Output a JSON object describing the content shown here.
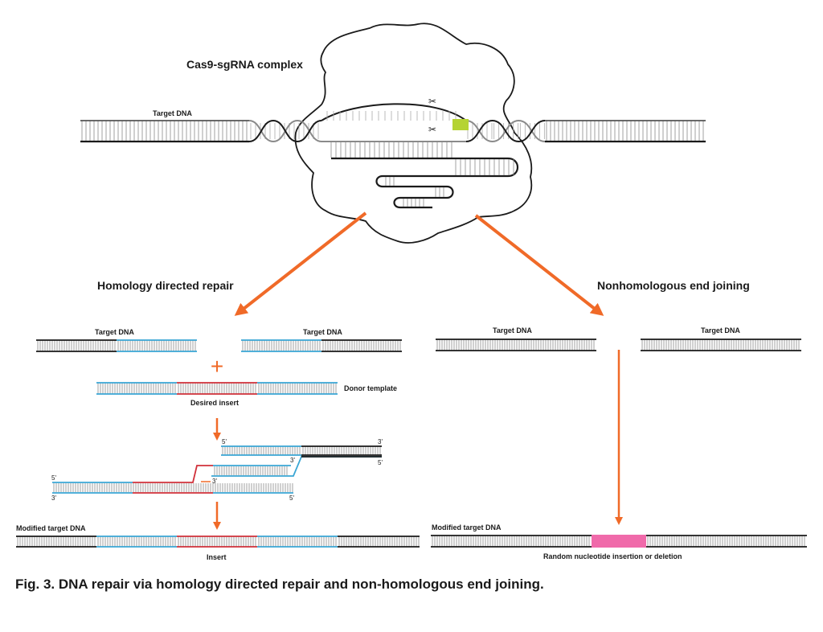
{
  "figure": {
    "caption": "Fig. 3. DNA repair via homology directed repair and non-homologous end joining.",
    "colors": {
      "strand_dark": "#1a1a1a",
      "strand_gray": "#8a8a8a",
      "homology_arm": "#3aa6d4",
      "insert": "#d0303a",
      "indel": "#f06aaa",
      "pam": "#b5d334",
      "arrow": "#f06a28"
    }
  },
  "top": {
    "complex_label": "Cas9-sgRNA complex",
    "target_dna_label": "Target DNA",
    "cut_icon": "scissors-icon"
  },
  "hdr": {
    "title": "Homology directed repair",
    "target_left_label": "Target DNA",
    "target_right_label": "Target DNA",
    "plus_symbol": "+",
    "donor_label": "Donor template",
    "desired_insert_label": "Desired insert",
    "end_labels": {
      "top_5": "5'",
      "top_3": "3'",
      "mid_3": "3'",
      "mid_5": "5'",
      "inv_3": "3'",
      "bot_5_left": "5'",
      "bot_3_left": "3'",
      "bot_5_right": "5'"
    },
    "modified_label": "Modified target DNA",
    "insert_label": "Insert"
  },
  "nhej": {
    "title": "Nonhomologous end joining",
    "target_left_label": "Target DNA",
    "target_right_label": "Target DNA",
    "modified_label": "Modified target DNA",
    "indel_label": "Random nucleotide insertion or deletion"
  }
}
